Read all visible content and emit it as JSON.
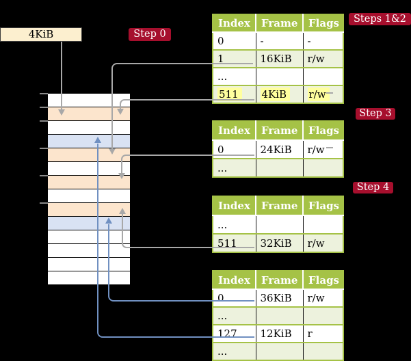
{
  "source_box": {
    "label": "4KiB"
  },
  "badges": [
    {
      "id": "step0",
      "label": "Step 0"
    },
    {
      "id": "steps12",
      "label": "Steps 1&2"
    },
    {
      "id": "step3",
      "label": "Step 3"
    },
    {
      "id": "step4",
      "label": "Step 4"
    }
  ],
  "memory": {
    "description_colors": {
      "white": "#ffffff",
      "peach": "#fce5cd",
      "blue": "#d9e2f3"
    },
    "rows": [
      {
        "color": "white"
      },
      {
        "color": "peach"
      },
      {
        "color": "white"
      },
      {
        "color": "blue"
      },
      {
        "color": "peach"
      },
      {
        "color": "white"
      },
      {
        "color": "peach"
      },
      {
        "color": "white"
      },
      {
        "color": "peach"
      },
      {
        "color": "blue"
      },
      {
        "color": "white"
      },
      {
        "color": "white"
      },
      {
        "color": "white"
      },
      {
        "color": "white"
      }
    ],
    "tick_rows": [
      0,
      1,
      2,
      4,
      6,
      8
    ]
  },
  "tables": [
    {
      "name": "page-table-steps-1-2",
      "headers": [
        "Index",
        "Frame",
        "Flags"
      ],
      "rows": [
        {
          "cells": [
            "0",
            "-",
            "-"
          ],
          "shade": false,
          "highlight": false
        },
        {
          "cells": [
            "1",
            "16KiB",
            "r/w"
          ],
          "shade": true,
          "highlight": false
        },
        {
          "cells": [
            "...",
            "",
            ""
          ],
          "shade": false,
          "highlight": false
        },
        {
          "cells": [
            "511",
            "4KiB",
            "r/w"
          ],
          "shade": true,
          "highlight": true
        }
      ]
    },
    {
      "name": "page-table-step-3",
      "headers": [
        "Index",
        "Frame",
        "Flags"
      ],
      "rows": [
        {
          "cells": [
            "0",
            "24KiB",
            "r/w"
          ],
          "shade": false,
          "highlight": false
        },
        {
          "cells": [
            "...",
            "",
            ""
          ],
          "shade": true,
          "highlight": false
        }
      ]
    },
    {
      "name": "page-table-step-4",
      "headers": [
        "Index",
        "Frame",
        "Flags"
      ],
      "rows": [
        {
          "cells": [
            "...",
            "",
            ""
          ],
          "shade": false,
          "highlight": false
        },
        {
          "cells": [
            "511",
            "32KiB",
            "r/w"
          ],
          "shade": true,
          "highlight": false
        }
      ]
    },
    {
      "name": "page-table-final",
      "headers": [
        "Index",
        "Frame",
        "Flags"
      ],
      "rows": [
        {
          "cells": [
            "0",
            "36KiB",
            "r/w"
          ],
          "shade": false,
          "highlight": false
        },
        {
          "cells": [
            "...",
            "",
            ""
          ],
          "shade": true,
          "highlight": false
        },
        {
          "cells": [
            "127",
            "12KiB",
            "r"
          ],
          "shade": false,
          "highlight": false
        },
        {
          "cells": [
            "...",
            "",
            ""
          ],
          "shade": true,
          "highlight": false
        }
      ]
    }
  ],
  "colors": {
    "background": "#000000",
    "badge_red": "#a60f2d",
    "table_header_green": "#a5c246",
    "table_row_green": "#edf2dd",
    "memory_peach": "#fce5cd",
    "memory_blue": "#d9e2f3",
    "source_box_cream": "#fcefcf",
    "highlight_yellow": "#ffff9e",
    "connector_gray": "#a8a8a8",
    "connector_blue": "#7090c1"
  }
}
